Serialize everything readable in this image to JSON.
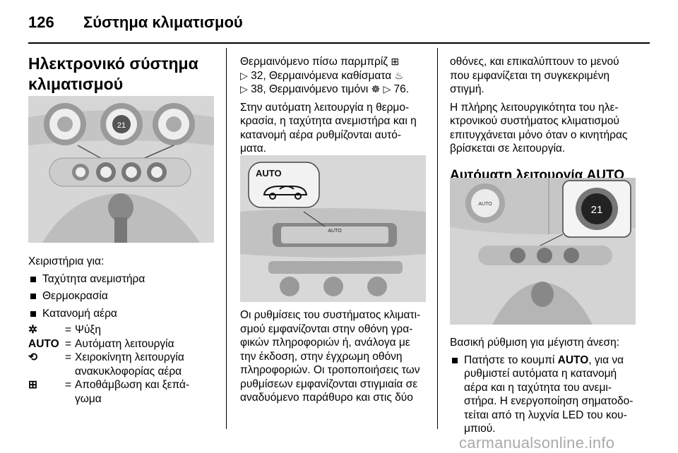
{
  "header": {
    "page_number": "126",
    "section_title": "Σύστημα κλιματισμού"
  },
  "col1": {
    "heading_line1": "Ηλεκτρονικό σύστημα",
    "heading_line2": "κλιματισμού",
    "controls_label": "Χειριστήρια για:",
    "bullets": [
      "Ταχύτητα ανεμιστήρα",
      "Θερμοκρασία",
      "Κατανομή αέρα"
    ],
    "key_items": [
      {
        "key": "✲",
        "eq": "=",
        "desc1": "Ψύξη",
        "desc2": ""
      },
      {
        "key": "AUTO",
        "eq": "=",
        "desc1": "Αυτόματη λειτουργία",
        "desc2": ""
      },
      {
        "key": "⟲",
        "eq": "=",
        "desc1": "Χειροκίνητη λειτουργία",
        "desc2": "ανακυκλοφορίας αέρα"
      },
      {
        "key": "⊞",
        "eq": "=",
        "desc1": "Αποθάμβωση και ξεπά-",
        "desc2": "γωμα"
      }
    ]
  },
  "col2": {
    "para1_l1": "Θερμαινόμενο πίσω παρμπρίζ",
    "para1_l2a": "32, Θερμαινόμενα καθίσματα",
    "para1_l3a": "38, Θερμαινόμενο τιμόνι",
    "para1_l3b": "76.",
    "para2": [
      "Στην αυτόματη λειτουργία η θερμο-",
      "κρασία, η ταχύτητα ανεμιστήρα και η",
      "κατανομή αέρα ρυθμίζονται αυτό-",
      "ματα."
    ],
    "photo_label": "AUTO",
    "display_label": "AUTO",
    "para3": [
      "Οι ρυθμίσεις του συστήματος κλιματι-",
      "σμού εμφανίζονται στην οθόνη γρα-",
      "φικών πληροφοριών ή, ανάλογα με",
      "την έκδοση, στην έγχρωμη οθόνη",
      "πληροφοριών. Οι τροποποιήσεις των",
      "ρυθμίσεων εμφανίζονται στιγμιαία σε",
      "αναδυόμενο παράθυρο και στις δύο"
    ]
  },
  "col3": {
    "para1": [
      "οθόνες, και επικαλύπτουν το μενού",
      "που εμφανίζεται τη συγκεκριμένη",
      "στιγμή."
    ],
    "para2": [
      "Η πλήρης λειτουργικότητα του ηλε-",
      "κτρονικού συστήματος κλιματισμού",
      "επιτυγχάνεται μόνο όταν ο κινητήρας",
      "βρίσκεται σε λειτουργία."
    ],
    "heading": "Αυτόματη λειτουργία AUTO",
    "photo_temp": "21",
    "photo_small": "AUTO",
    "para3": "Βασική ρύθμιση για μέγιστη άνεση:",
    "bullet_pre": "Πατήστε το κουμπί",
    "bullet_key": "AUTO",
    "bullet_post": ", για να",
    "bullet_lines": [
      "ρυθμιστεί αυτόματα η κατανομή",
      "αέρα και η ταχύτητα του ανεμι-",
      "στήρα. Η ενεργοποίηση σηματοδο-",
      "τείται από τη λυχνία LED του κου-",
      "μπιού."
    ]
  },
  "photo1_temp": "21",
  "watermark": "carmanualsonline.info"
}
